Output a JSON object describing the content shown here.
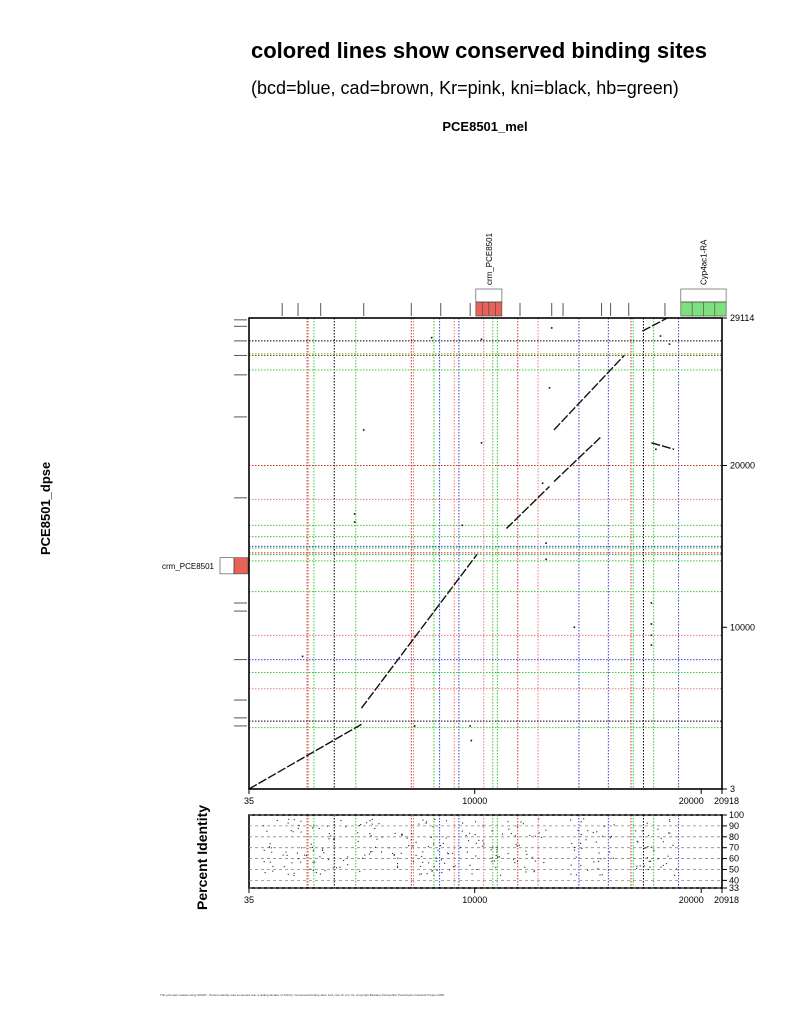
{
  "header": {
    "title": "colored lines show conserved binding sites",
    "subtitle": "(bcd=blue, cad=brown, Kr=pink, kni=black, hb=green)",
    "x_sequence": "PCE8501_mel",
    "y_sequence": "PCE8501_dpse"
  },
  "annotations": {
    "top_features": [
      {
        "label": "crm_PCE8501",
        "start": 10050,
        "end": 11200,
        "color": "#e8625a"
      },
      {
        "label": "Cyp4ac1-RA",
        "start": 19100,
        "end": 21100,
        "color": "#7fe07f"
      }
    ],
    "left_features": [
      {
        "label": "crm_PCE8501",
        "start": 13300,
        "end": 14300,
        "color": "#e8625a"
      }
    ]
  },
  "footer": {
    "text": "This plot was created using MAVID - Percent identity was computed over a sliding window of 100 bp. Conserved binding sites: bcd, cad, Kr, kni, hb. Copyright Berkeley Drosophila Transcription Network Project 2005"
  },
  "colors": {
    "bcd": "#3344dd",
    "cad": "#cc3322",
    "Kr": "#ee7777",
    "kni": "#000000",
    "hb": "#33cc33"
  },
  "chart_data": [
    {
      "type": "scatter",
      "title": "",
      "xlabel": "PCE8501_mel",
      "ylabel": "PCE8501_dpse",
      "xlim": [
        35,
        20918
      ],
      "ylim": [
        3,
        29114
      ],
      "x_ticks": [
        35,
        10000,
        20000,
        20918
      ],
      "x_tick_labels": [
        "35",
        "10000",
        "20000",
        "20918"
      ],
      "y_ticks": [
        3,
        10000,
        20000,
        29114
      ],
      "y_tick_labels": [
        "3",
        "10000",
        "20000",
        "29114"
      ],
      "grid": false,
      "alignment_segments": [
        [
          [
            35,
            3
          ],
          [
            5000,
            4000
          ]
        ],
        [
          [
            5000,
            5000
          ],
          [
            10100,
            14500
          ]
        ],
        [
          [
            11400,
            16100
          ],
          [
            13300,
            18700
          ]
        ],
        [
          [
            13500,
            19000
          ],
          [
            15600,
            21800
          ]
        ],
        [
          [
            13500,
            22200
          ],
          [
            16600,
            26800
          ]
        ],
        [
          [
            17400,
            28300
          ],
          [
            18500,
            29114
          ]
        ],
        [
          [
            17800,
            21400
          ],
          [
            18800,
            21000
          ]
        ]
      ],
      "dots": [
        [
          2400,
          8200
        ],
        [
          7350,
          3900
        ],
        [
          9800,
          3900
        ],
        [
          9850,
          3000
        ],
        [
          10300,
          27800
        ],
        [
          9450,
          16300
        ],
        [
          4700,
          17000
        ],
        [
          4700,
          16500
        ],
        [
          13000,
          18900
        ],
        [
          13150,
          14200
        ],
        [
          13150,
          15200
        ],
        [
          14400,
          10000
        ],
        [
          17800,
          9500
        ],
        [
          17800,
          8900
        ],
        [
          17800,
          10200
        ],
        [
          17800,
          11500
        ],
        [
          18200,
          28000
        ],
        [
          18600,
          27500
        ],
        [
          18000,
          21000
        ],
        [
          13400,
          28500
        ],
        [
          13300,
          24800
        ],
        [
          8100,
          27900
        ],
        [
          5100,
          22200
        ],
        [
          10300,
          21400
        ]
      ],
      "binding_sites": {
        "bcd_x": [
          8450,
          9300,
          14600,
          15900,
          19000
        ],
        "cad_x": [
          2600,
          7200,
          11900,
          16900
        ],
        "Kr_x": [
          2650,
          7300,
          9100,
          10400,
          12800
        ],
        "kni_x": [
          3800,
          17450
        ],
        "hb_x": [
          2900,
          4750,
          8200,
          10800,
          11000,
          17000,
          17900
        ],
        "bcd_y": [
          8000,
          15000
        ],
        "cad_y": [
          14600,
          20000,
          26800
        ],
        "Kr_y": [
          6200,
          9500,
          17900
        ],
        "kni_y": [
          4200,
          27700
        ],
        "hb_y": [
          3800,
          7200,
          12200,
          14100,
          14500,
          14900,
          15600,
          16300,
          25900,
          26900
        ]
      },
      "gene_ticks_top": [
        1500,
        2200,
        3200,
        5100,
        7200,
        8500,
        9800,
        12000,
        13400,
        13900,
        15600,
        16000,
        16800,
        18400
      ],
      "gene_ticks_left": [
        3900,
        4400,
        5500,
        8000,
        11000,
        11500,
        13700,
        14200,
        18000,
        23000,
        25600,
        26800,
        27700,
        28600,
        29000
      ]
    },
    {
      "type": "scatter",
      "title": "",
      "xlabel": "",
      "ylabel": "Percent Identity",
      "xlim": [
        35,
        20918
      ],
      "ylim": [
        33,
        100
      ],
      "y_ticks": [
        33,
        40,
        50,
        60,
        70,
        80,
        90,
        100
      ],
      "y_tick_labels": [
        "33",
        "40",
        "50",
        "60",
        "70",
        "80",
        "90",
        "100"
      ],
      "x_tick_labels": [
        "35",
        "10000",
        "20000",
        "20918"
      ]
    }
  ]
}
